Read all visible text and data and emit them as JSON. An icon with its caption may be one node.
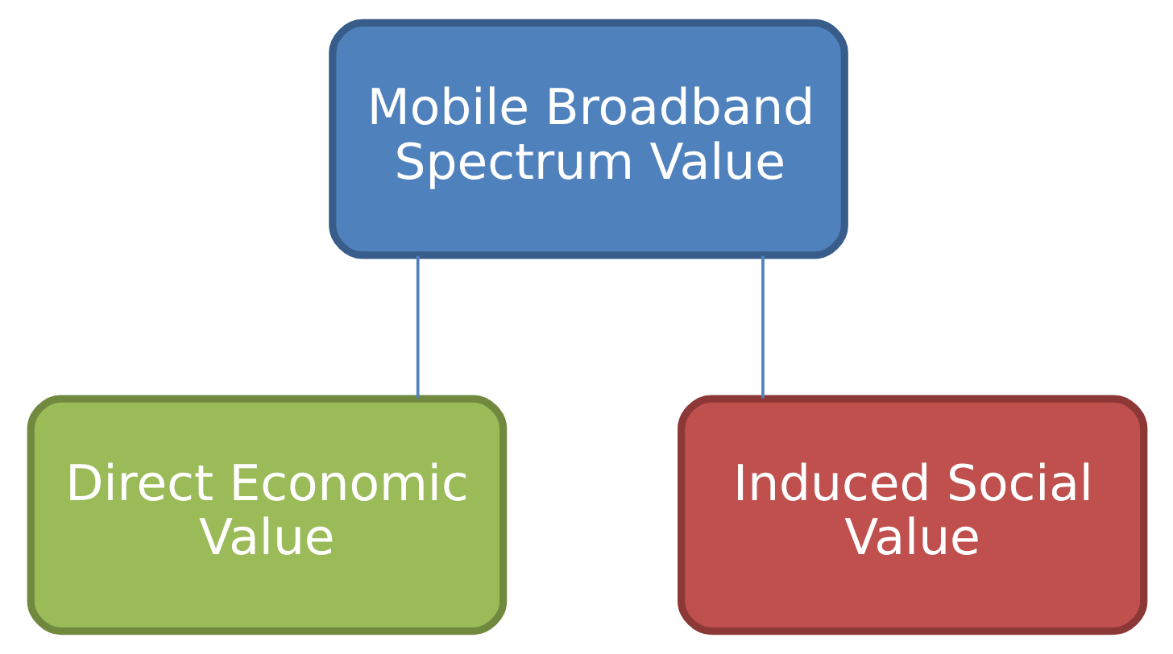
{
  "diagram": {
    "nodes": [
      {
        "text": [
          "Mobile Broadband Spectrum Value"
        ]
      },
      {
        "text": [
          "Direct Economic Value"
        ]
      },
      {
        "text": [
          "Induced Social Value"
        ]
      }
    ],
    "edges": [
      {
        "from": 0,
        "to": 1,
        "arrow": "none"
      },
      {
        "from": 0,
        "to": 2,
        "arrow": "none"
      }
    ]
  }
}
